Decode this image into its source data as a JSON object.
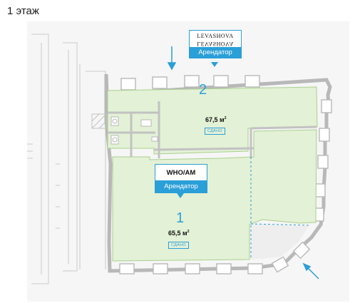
{
  "page": {
    "floor_label": "1 этаж"
  },
  "colors": {
    "accent": "#2a9fd8",
    "room_fill": "#e3f1d6",
    "room_edge": "#a9d08e",
    "free_area": "#eeeeee",
    "panel": "#f6f6f6"
  },
  "rooms": [
    {
      "number": "2",
      "area": "67,5 м",
      "area_unit_sup": "2",
      "status": "СДАНО",
      "tenant": {
        "logo": "LEVASHOVA",
        "logo_mirror": "LEVASHOVA",
        "role": "Арендатор"
      }
    },
    {
      "number": "1",
      "area": "65,5 м",
      "area_unit_sup": "2",
      "status": "СДАНО",
      "tenant": {
        "logo": "WHO/AM",
        "role": "Арендатор"
      }
    }
  ],
  "icons": {
    "entrance_top": "arrow-down-icon",
    "entrance_corner": "arrow-diagonal-icon"
  }
}
